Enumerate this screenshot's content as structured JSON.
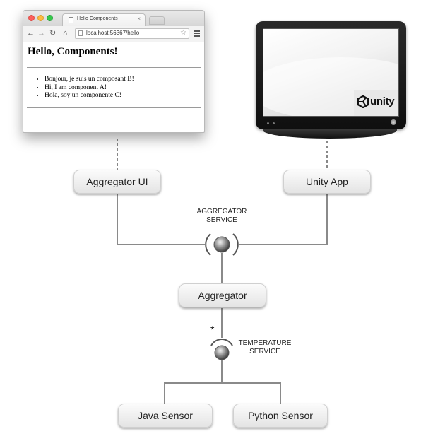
{
  "browser": {
    "tab_title": "Hello Components",
    "tab_close": "×",
    "url": "localhost:56367/hello",
    "heading": "Hello, Components!",
    "items": [
      "Bonjour, je suis un composant B!",
      "Hi, I am component A!",
      "Hola, soy un componente C!"
    ]
  },
  "monitor": {
    "logo_text": "unity"
  },
  "components": {
    "aggregator_ui": "Aggregator UI",
    "unity_app": "Unity App",
    "aggregator": "Aggregator",
    "java_sensor": "Java Sensor",
    "python_sensor": "Python Sensor"
  },
  "services": {
    "aggregator_service": [
      "AGGREGATOR",
      "SERVICE"
    ],
    "temperature_service": [
      "TEMPERATURE",
      "SERVICE"
    ]
  },
  "multiplicity": "*"
}
